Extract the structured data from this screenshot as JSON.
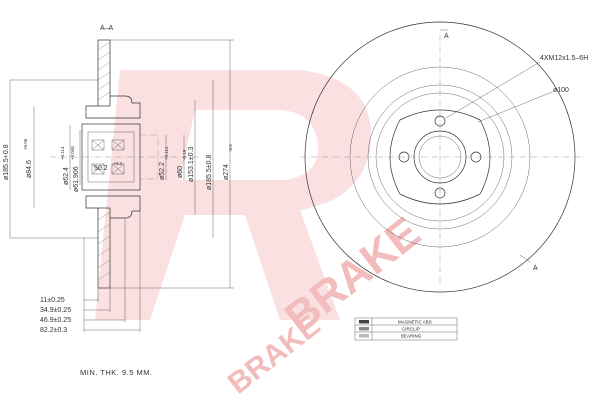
{
  "section": {
    "title": "A–A",
    "dims_vertical": [
      {
        "text": "ø185.5+0.8",
        "sub": ""
      },
      {
        "text": "ø84.6",
        "sub": "+0.06"
      },
      {
        "text": "ø62.4",
        "sub": "+0.114"
      },
      {
        "text": "ø61.906",
        "sub": "+0.046"
      },
      {
        "text": "ø60",
        "sub": "-0.19"
      },
      {
        "text": "ø52.2",
        "sub": "+0.114"
      },
      {
        "text": "ø153.1±0.3",
        "sub": ""
      },
      {
        "text": "ø185.5±0.8",
        "sub": ""
      },
      {
        "text": "ø274",
        "sub": "-0.5"
      }
    ],
    "center_dim": "50.2",
    "center_dim_sub": "+0.3",
    "dims_horizontal": [
      "11±0.25",
      "34.9±0.25",
      "46.9±0.25",
      "82.2±0.3"
    ]
  },
  "front": {
    "thread_label": "4XM12x1.5–6H",
    "pcd_label": "ø100",
    "section_mark": "A"
  },
  "legend": [
    "MAGNETIC ABS",
    "CIRCLIP",
    "BEARING"
  ],
  "note": "MIN. THK. 9.5 MM.",
  "watermark": {
    "brand": "R",
    "text": "BRAKE"
  },
  "colors": {
    "watermark": "#f2b5b5",
    "line": "#333333",
    "background": "#ffffff"
  }
}
